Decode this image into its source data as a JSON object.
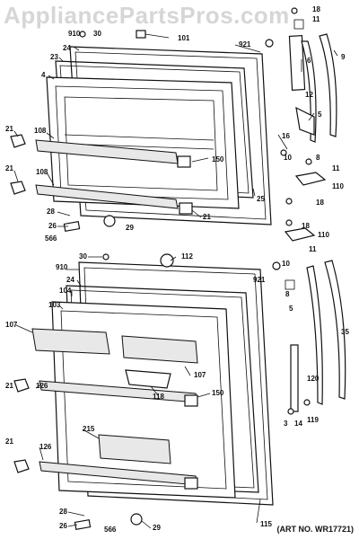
{
  "watermark": "AppliancePartsPros.com",
  "art_number": "(ART NO. WR17721)",
  "callouts_top": [
    "18",
    "11",
    "30",
    "910",
    "101",
    "921",
    "24",
    "23",
    "6",
    "9",
    "4",
    "12",
    "5",
    "16",
    "108",
    "21",
    "150",
    "10",
    "8",
    "11",
    "21",
    "25",
    "108",
    "110",
    "18",
    "21",
    "28",
    "26",
    "29",
    "566"
  ],
  "callouts_bottom": [
    "30",
    "112",
    "18",
    "110",
    "11",
    "910",
    "921",
    "24",
    "104",
    "10",
    "103",
    "8",
    "107",
    "5",
    "35",
    "107",
    "118",
    "126",
    "21",
    "150",
    "120",
    "3",
    "14",
    "119",
    "215",
    "126",
    "21",
    "28",
    "26",
    "566",
    "29",
    "115"
  ]
}
